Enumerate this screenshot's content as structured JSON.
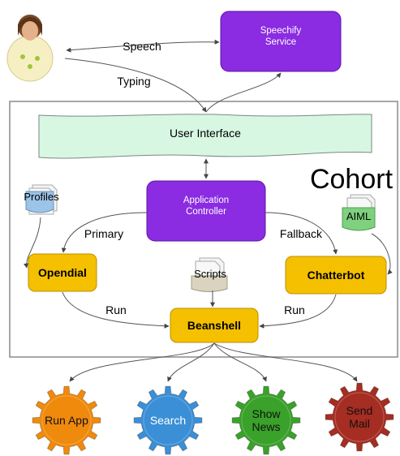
{
  "nodes": {
    "speechify": "Speechify\nService",
    "user_interface": "User Interface",
    "cohort": "Cohort",
    "application_controller": "Application\nController",
    "profiles": "Profiles",
    "aiml": "AIML",
    "scripts": "Scripts",
    "opendial": "Opendial",
    "chatterbot": "Chatterbot",
    "beanshell": "Beanshell"
  },
  "edges": {
    "speech": "Speech",
    "typing": "Typing",
    "primary": "Primary",
    "fallback": "Fallback",
    "run_left": "Run",
    "run_right": "Run"
  },
  "actions": [
    {
      "key": "run_app",
      "label": "Run App",
      "color": "#f08a0c"
    },
    {
      "key": "search",
      "label": "Search",
      "color": "#3b8fd6"
    },
    {
      "key": "show_news",
      "label": "Show\nNews",
      "color": "#3aa12a"
    },
    {
      "key": "send_mail",
      "label": "Send\nMail",
      "color": "#a52d22"
    }
  ],
  "colors": {
    "purple": "#8b2be2",
    "yellow": "#f5c000",
    "ui_fill": "#d7f7e3",
    "doc_blue": "#9cc3e8",
    "doc_green": "#7fd07f"
  },
  "icons": {
    "user": "user-avatar-icon",
    "gear": "gear-icon",
    "document": "document-stack-icon"
  }
}
